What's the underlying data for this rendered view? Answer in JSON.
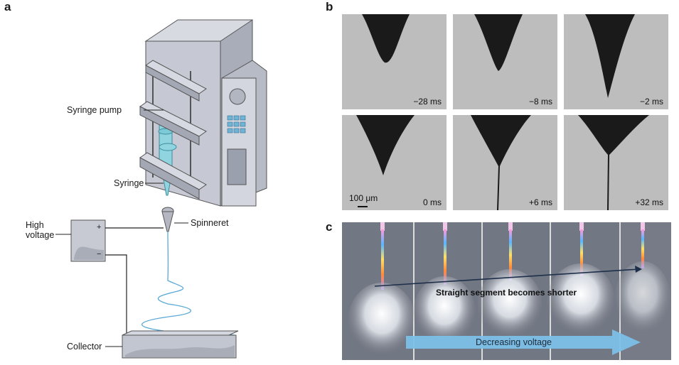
{
  "panel_a": {
    "letter": "a",
    "labels": {
      "syringe_pump": "Syringe pump",
      "syringe": "Syringe",
      "high_voltage_line1": "High",
      "high_voltage_line2": "voltage",
      "spinneret": "Spinneret",
      "collector": "Collector",
      "plus": "+",
      "minus": "−"
    }
  },
  "panel_b": {
    "letter": "b",
    "frames": [
      {
        "time": "−28 ms"
      },
      {
        "time": "−8 ms"
      },
      {
        "time": "−2 ms"
      },
      {
        "time": "0 ms"
      },
      {
        "time": "+6 ms"
      },
      {
        "time": "+32 ms"
      }
    ],
    "scale_bar": "100 μm"
  },
  "panel_c": {
    "letter": "c",
    "annotation": "Straight segment becomes shorter",
    "arrow_label": "Decreasing voltage"
  },
  "colors": {
    "jet_blue": "#5aa9d6",
    "pump_gray": "#c9ccd6",
    "arrow_blue": "#7cc0e8",
    "meniscus": "#1a1a1a"
  }
}
